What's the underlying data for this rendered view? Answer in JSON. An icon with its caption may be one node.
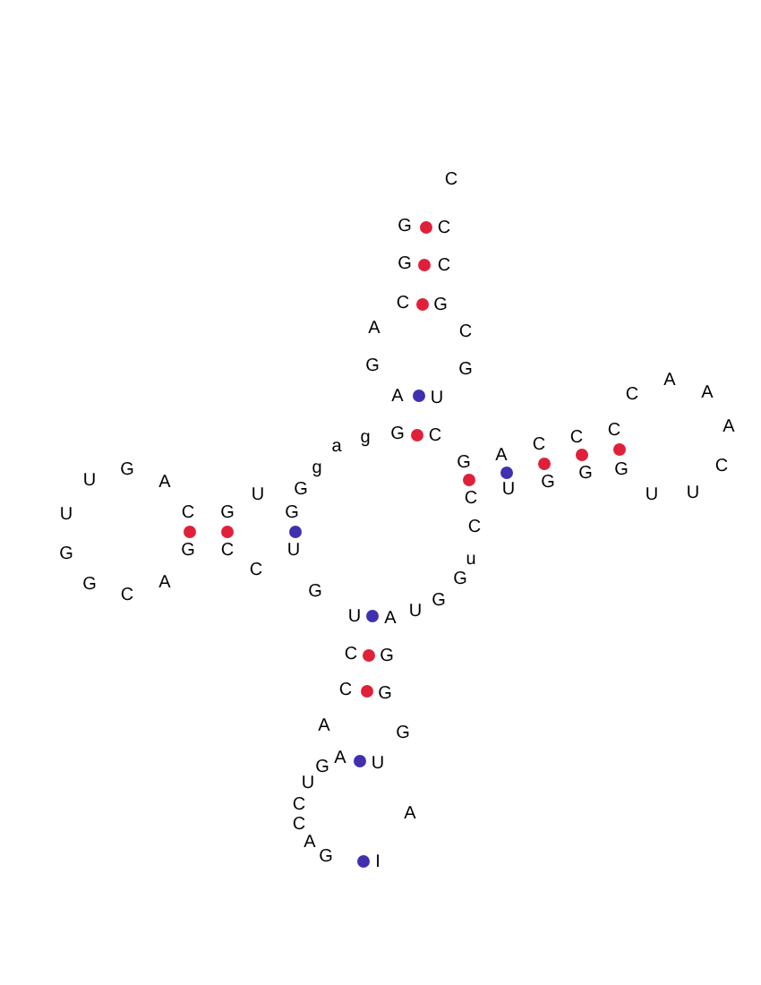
{
  "diagram": {
    "labels": [
      "C",
      "G",
      "C",
      "G",
      "C",
      "C",
      "G",
      "A",
      "C",
      "G",
      "G",
      "A",
      "U",
      "G",
      "C",
      "a",
      "g",
      "g",
      "G",
      "G",
      "U",
      "U",
      "G",
      "C",
      "C",
      "G",
      "A",
      "G",
      "U",
      "U",
      "G",
      "G",
      "C",
      "A",
      "C",
      "G",
      "U",
      "A",
      "U",
      "G",
      "G",
      "u",
      "C",
      "C",
      "G",
      "A",
      "U",
      "C",
      "G",
      "C",
      "G",
      "C",
      "G",
      "C",
      "A",
      "A",
      "A",
      "C",
      "U",
      "U",
      "C",
      "G",
      "C",
      "G",
      "A",
      "G",
      "G",
      "A",
      "U",
      "U",
      "C",
      "C",
      "A",
      "G",
      "I",
      "A"
    ]
  }
}
